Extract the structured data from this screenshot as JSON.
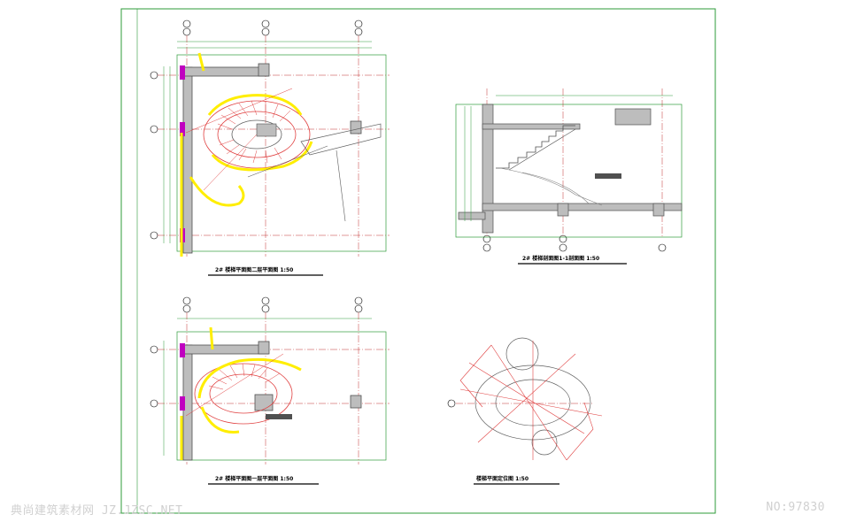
{
  "colors": {
    "frame": "#2e9b3a",
    "linework": "#e04040",
    "wall": "#606060",
    "highlight": "#ffee00",
    "column_fill": "#c9a07a",
    "magenta": "#c000c0",
    "axis": "#3030c0"
  },
  "drawings": {
    "plan_upper_title": "2# 楼梯平面图二层平面图 1:50",
    "section_title": "2# 楼梯剖面图1-1剖面图 1:50",
    "plan_lower_title": "2# 楼梯平面图一层平面图 1:50",
    "detail_title": "楼梯平面定位图 1:50"
  },
  "watermark": {
    "left": "典尚建筑素材网 JZ.JZSC.NET",
    "right": "NO:97830"
  }
}
